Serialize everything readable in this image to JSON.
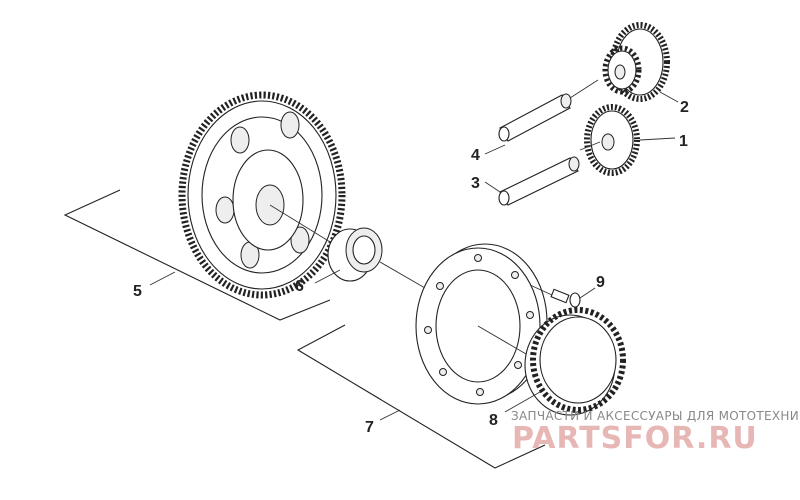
{
  "callouts": [
    {
      "id": "1",
      "label": "1"
    },
    {
      "id": "2",
      "label": "2"
    },
    {
      "id": "3",
      "label": "3"
    },
    {
      "id": "4",
      "label": "4"
    },
    {
      "id": "5",
      "label": "5"
    },
    {
      "id": "6",
      "label": "6"
    },
    {
      "id": "7",
      "label": "7"
    },
    {
      "id": "8",
      "label": "8"
    },
    {
      "id": "9",
      "label": "9"
    }
  ],
  "watermark": {
    "tagline": "ЗАПЧАСТИ И АКСЕССУАРЫ ДЛЯ МОТОТЕХНИКИ",
    "logo": "PARTSFOR.RU",
    "logo_color": "#e6b7b5"
  }
}
